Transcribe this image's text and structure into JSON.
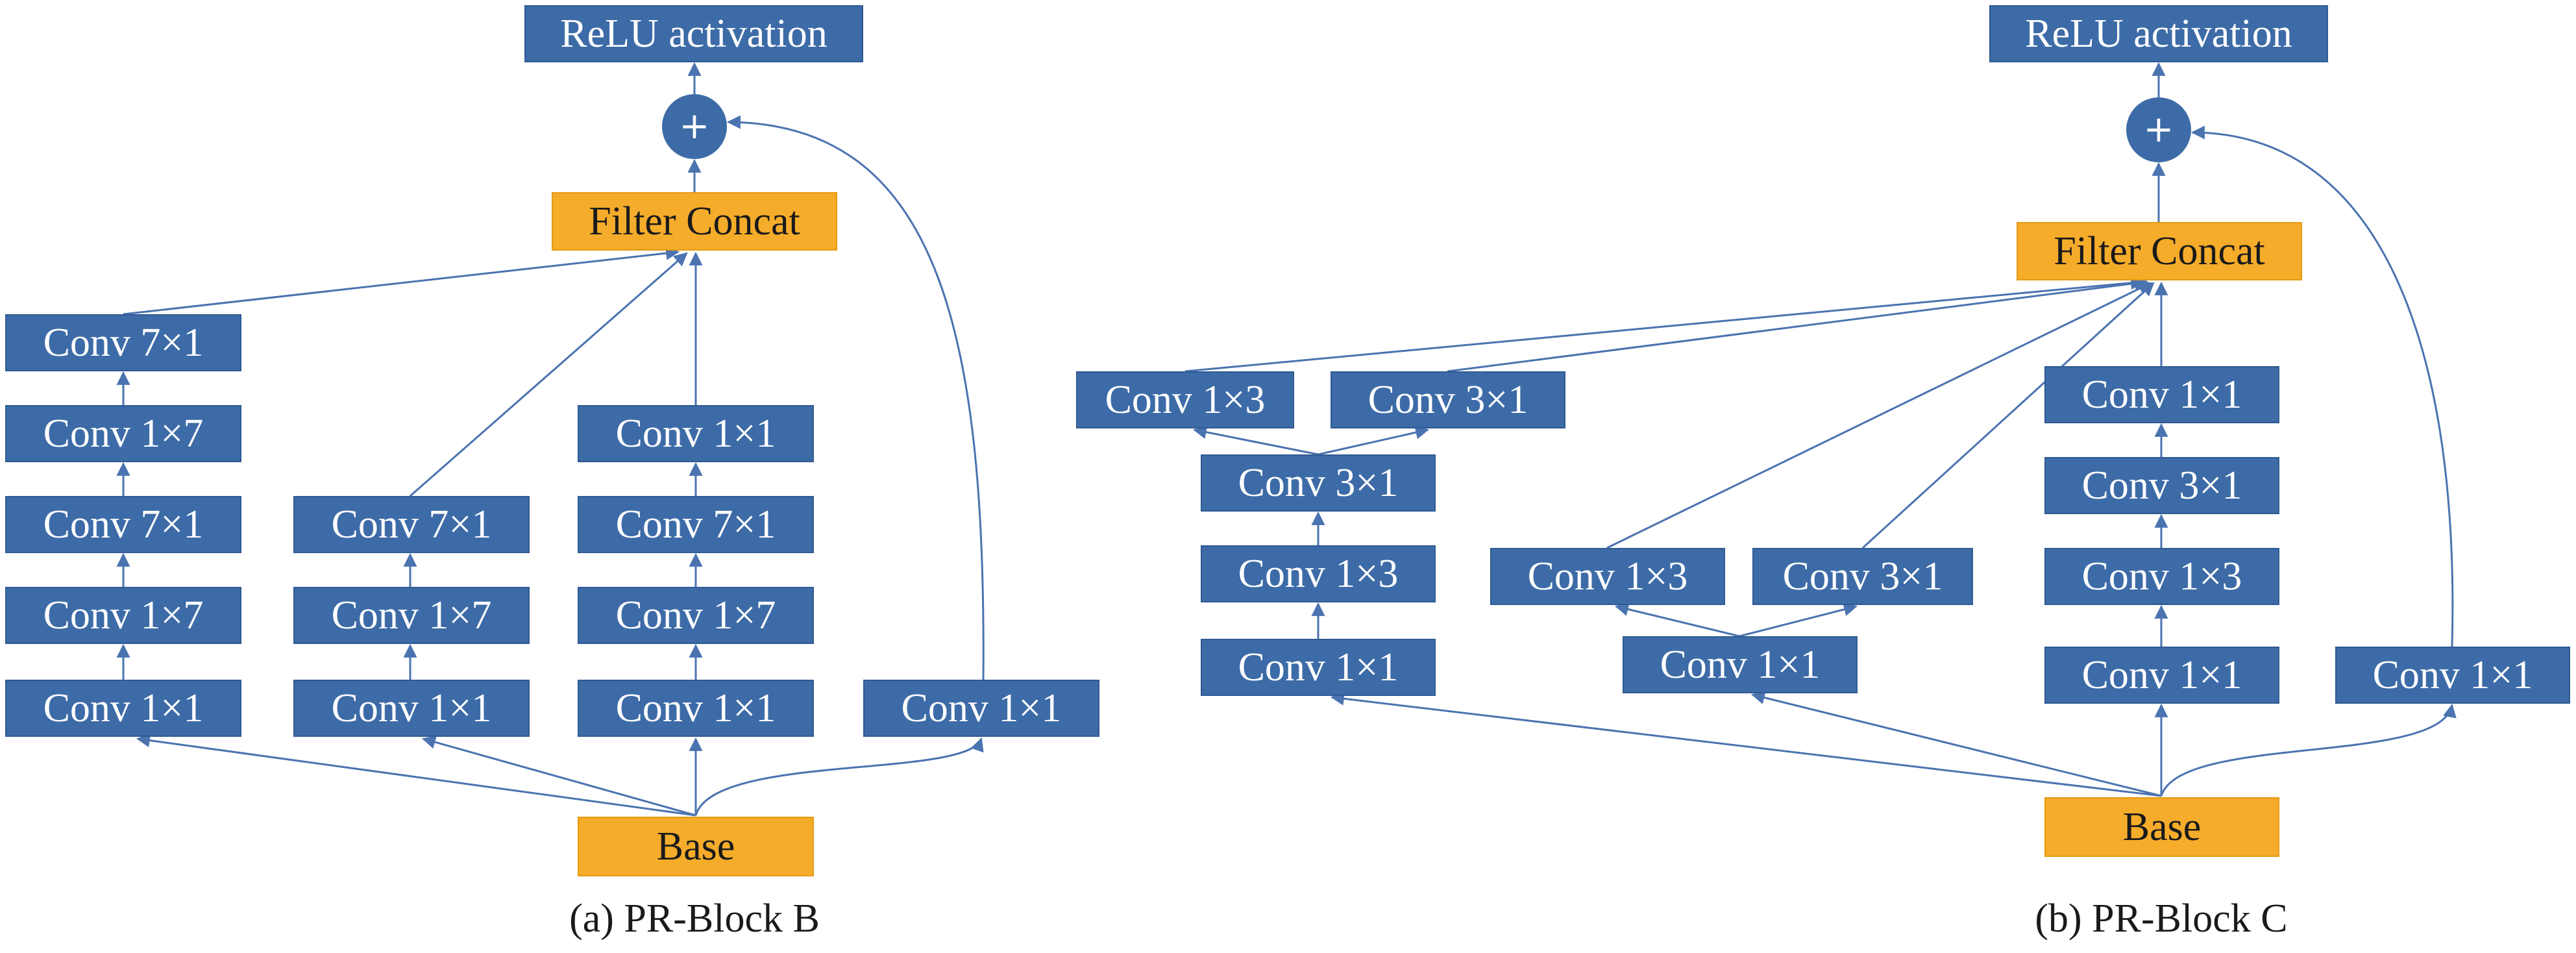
{
  "colors": {
    "conv_fill": "#3d6ba7",
    "concat_fill": "#f5ac2a",
    "wire": "#4a73b0"
  },
  "block_b": {
    "caption": "(a) PR-Block B",
    "relu": "ReLU activation",
    "add_symbol": "+",
    "concat": "Filter Concat",
    "base": "Base",
    "branch1": [
      "Conv 7×1",
      "Conv 1×7",
      "Conv 7×1",
      "Conv 1×7",
      "Conv 1×1"
    ],
    "branch2": [
      "Conv 7×1",
      "Conv 1×7",
      "Conv 1×1"
    ],
    "branch3": [
      "Conv 1×1",
      "Conv 7×1",
      "Conv 1×7",
      "Conv 1×1"
    ],
    "shortcut": "Conv 1×1"
  },
  "block_c": {
    "caption": "(b) PR-Block C",
    "relu": "ReLU activation",
    "add_symbol": "+",
    "concat": "Filter Concat",
    "base": "Base",
    "branch1": {
      "split": [
        "Conv 1×3",
        "Conv 3×1"
      ],
      "stack": [
        "Conv 3×1",
        "Conv 1×3",
        "Conv 1×1"
      ]
    },
    "branch2": {
      "split": [
        "Conv 1×3",
        "Conv 3×1"
      ],
      "stack": [
        "Conv 1×1"
      ]
    },
    "branch3": [
      "Conv 1×1",
      "Conv 3×1",
      "Conv 1×3",
      "Conv 1×1"
    ],
    "shortcut": "Conv 1×1"
  }
}
